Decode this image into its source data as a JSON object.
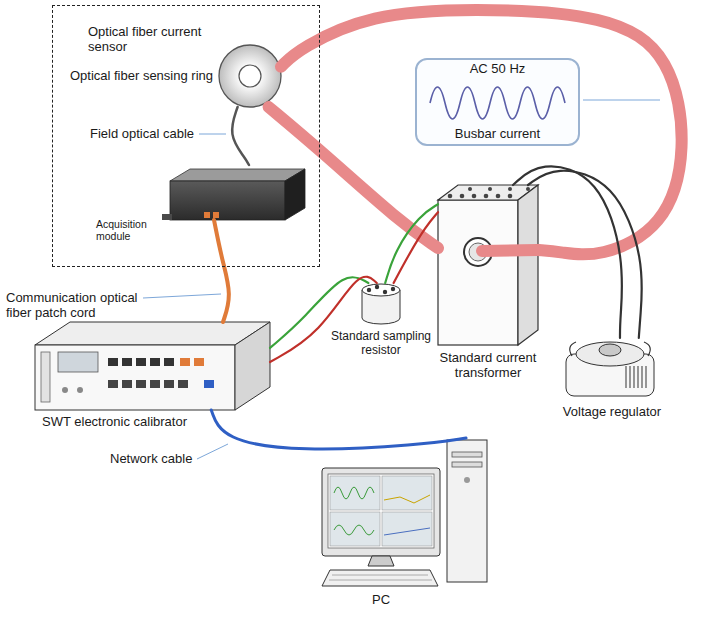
{
  "diagram": {
    "nodes": [
      {
        "text": [
          "Optical fiber current sensor"
        ]
      },
      {
        "text": [
          "Optical fiber sensing ring"
        ],
        "in": 0
      },
      {
        "text": [
          "Acquisition module"
        ],
        "in": 0
      },
      {
        "text": [
          "AC 50 Hz",
          "Busbar current"
        ]
      },
      {
        "text": [
          "Standard current transformer"
        ]
      },
      {
        "text": [
          "Standard sampling resistor"
        ]
      },
      {
        "text": [
          "SWT electronic calibrator"
        ]
      },
      {
        "text": [
          "Voltage regulator"
        ]
      },
      {
        "text": [
          "PC"
        ]
      }
    ],
    "edges": [
      {
        "from": 1,
        "to": 4,
        "arrow": "none"
      },
      {
        "from": 1,
        "to": 4,
        "arrow": "none"
      },
      {
        "from": 1,
        "to": 2,
        "label": "Field optical cable",
        "arrow": "none"
      },
      {
        "from": 2,
        "to": 6,
        "label": "Communication optical fiber patch cord",
        "arrow": "none"
      },
      {
        "from": 6,
        "to": 5,
        "arrow": "none"
      },
      {
        "from": 6,
        "to": 5,
        "arrow": "none"
      },
      {
        "from": 5,
        "to": 4,
        "arrow": "none"
      },
      {
        "from": 5,
        "to": 4,
        "arrow": "none"
      },
      {
        "from": 4,
        "to": 7,
        "arrow": "none"
      },
      {
        "from": 4,
        "to": 7,
        "arrow": "none"
      },
      {
        "from": 6,
        "to": 8,
        "label": "Network cable",
        "arrow": "none"
      }
    ]
  }
}
